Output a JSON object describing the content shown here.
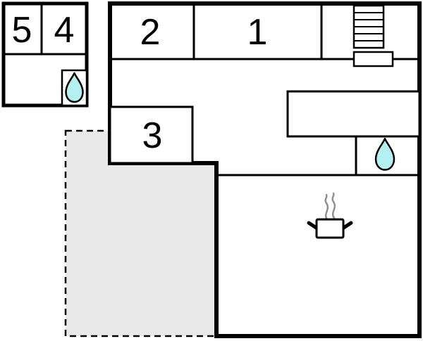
{
  "floorplan": {
    "colors": {
      "line": "#000000",
      "background": "#ffffff",
      "terrace_fill": "#e9e9e9",
      "water": "#b3f0ef",
      "steam": "#909090"
    },
    "annex": {
      "rooms": [
        {
          "label": "5"
        },
        {
          "label": "4"
        }
      ],
      "icons": [
        {
          "name": "water-drop-icon"
        }
      ]
    },
    "main_building": {
      "rooms": [
        {
          "label": "2"
        },
        {
          "label": "1"
        },
        {
          "label": "3"
        }
      ],
      "icons": [
        {
          "name": "stairs-icon"
        },
        {
          "name": "water-drop-icon"
        },
        {
          "name": "stove-pot-icon"
        }
      ]
    }
  }
}
